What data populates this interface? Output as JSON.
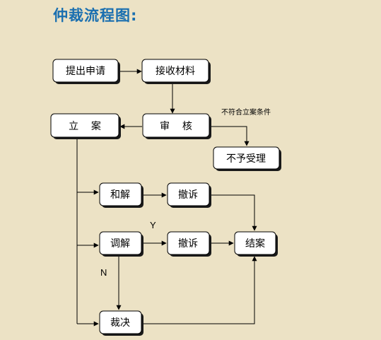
{
  "title": "仲裁流程图:",
  "nodes": {
    "apply": "提出申请",
    "receive": "接收材料",
    "register": "立    案",
    "review": "审    核",
    "reject": "不予受理",
    "settle": "和解",
    "withdraw1": "撤诉",
    "mediate": "调解",
    "withdraw2": "撤诉",
    "close": "结案",
    "ruling": "裁决"
  },
  "edge_labels": {
    "not_eligible": "不符合立案条件",
    "yes": "Y",
    "no": "N"
  }
}
